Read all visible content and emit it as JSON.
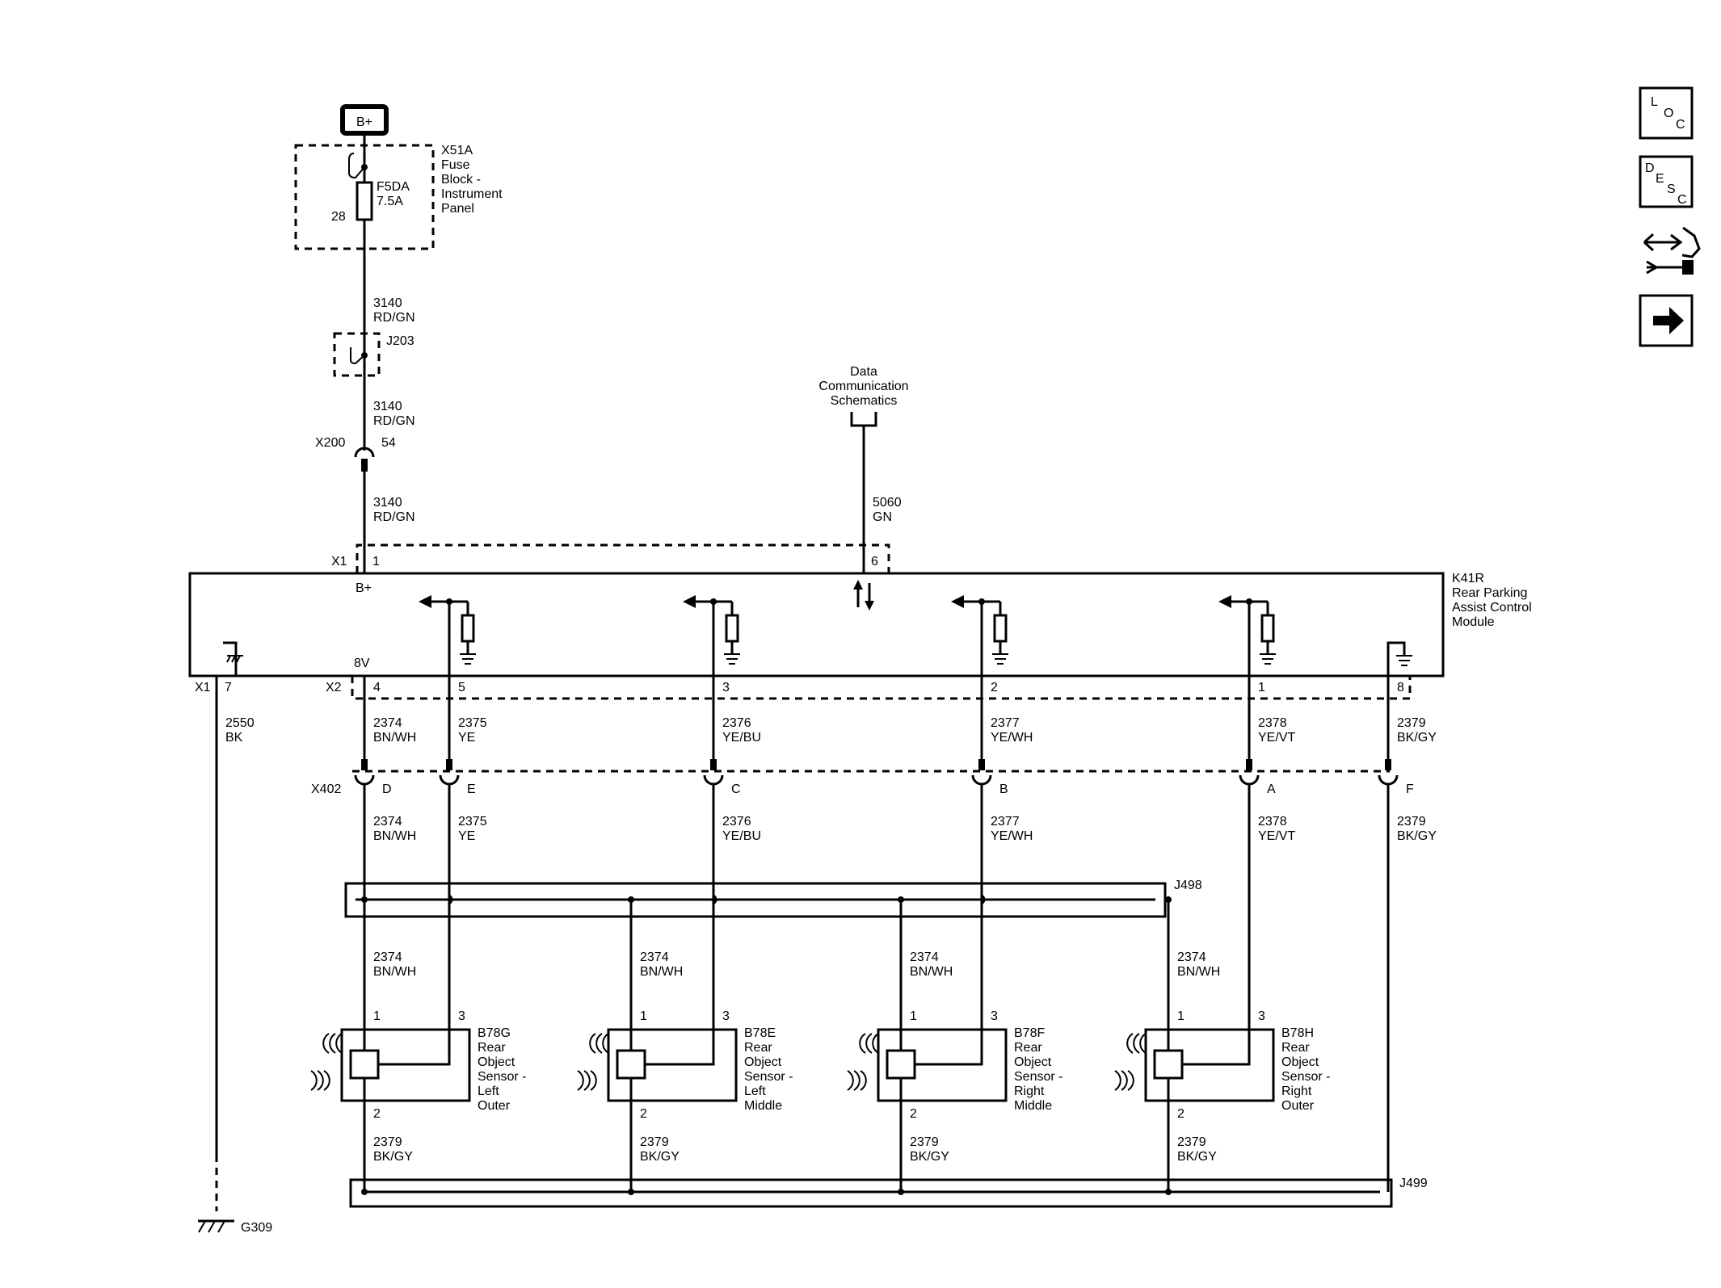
{
  "power": {
    "bplus": "B+"
  },
  "fuse_block": {
    "id": "X51A",
    "line1": "Fuse",
    "line2": "Block -",
    "line3": "Instrument",
    "line4": "Panel",
    "fuse_id": "F5DA",
    "fuse_rating": "7.5A",
    "cavity": "28"
  },
  "splice_j203": "J203",
  "wire_3140": {
    "num": "3140",
    "color": "RD/GN"
  },
  "x200": {
    "id": "X200",
    "pin": "54"
  },
  "data_comm": {
    "line1": "Data",
    "line2": "Communication",
    "line3": "Schematics"
  },
  "wire_5060": {
    "num": "5060",
    "color": "GN"
  },
  "module": {
    "id": "K41R",
    "line1": "Rear Parking",
    "line2": "Assist Control",
    "line3": "Module",
    "bplus": "B+",
    "v8": "8V"
  },
  "x1": {
    "id": "X1",
    "pin1": "1",
    "pin6": "6",
    "pin7": "7"
  },
  "x2": {
    "id": "X2",
    "pins": [
      "4",
      "5",
      "3",
      "2",
      "1",
      "8"
    ]
  },
  "wire_2550": {
    "num": "2550",
    "color": "BK"
  },
  "wires": [
    {
      "num": "2374",
      "color": "BN/WH"
    },
    {
      "num": "2375",
      "color": "YE"
    },
    {
      "num": "2376",
      "color": "YE/BU"
    },
    {
      "num": "2377",
      "color": "YE/WH"
    },
    {
      "num": "2378",
      "color": "YE/VT"
    },
    {
      "num": "2379",
      "color": "BK/GY"
    }
  ],
  "x402": {
    "id": "X402",
    "pins": [
      "D",
      "E",
      "C",
      "B",
      "A",
      "F"
    ]
  },
  "splice_j498": "J498",
  "splice_j499": "J499",
  "ground": "G309",
  "sensor_pins": {
    "p1": "1",
    "p2": "2",
    "p3": "3"
  },
  "sensors": [
    {
      "id": "B78G",
      "l1": "Rear",
      "l2": "Object",
      "l3": "Sensor -",
      "l4": "Left",
      "l5": "Outer"
    },
    {
      "id": "B78E",
      "l1": "Rear",
      "l2": "Object",
      "l3": "Sensor -",
      "l4": "Left",
      "l5": "Middle"
    },
    {
      "id": "B78F",
      "l1": "Rear",
      "l2": "Object",
      "l3": "Sensor -",
      "l4": "Right",
      "l5": "Middle"
    },
    {
      "id": "B78H",
      "l1": "Rear",
      "l2": "Object",
      "l3": "Sensor -",
      "l4": "Right",
      "l5": "Outer"
    }
  ],
  "nav": {
    "loc": [
      "L",
      "O",
      "C"
    ],
    "desc": [
      "D",
      "E",
      "S",
      "C"
    ]
  }
}
